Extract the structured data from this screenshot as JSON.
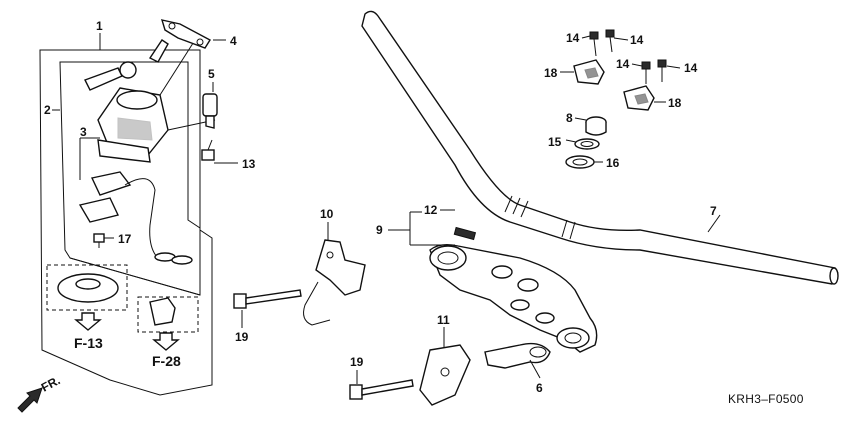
{
  "callouts": {
    "c1": "1",
    "c2": "2",
    "c3": "3",
    "c4": "4",
    "c5": "5",
    "c6": "6",
    "c7": "7",
    "c8": "8",
    "c9": "9",
    "c10": "10",
    "c11": "11",
    "c12": "12",
    "c13": "13",
    "c14a": "14",
    "c14b": "14",
    "c14c": "14",
    "c14d": "14",
    "c15": "15",
    "c16": "16",
    "c17": "17",
    "c18a": "18",
    "c18b": "18",
    "c19a": "19",
    "c19b": "19"
  },
  "references": {
    "f13": "F-13",
    "f28": "F-28",
    "front": "FR."
  },
  "diagram_code": "KRH3–F0500"
}
